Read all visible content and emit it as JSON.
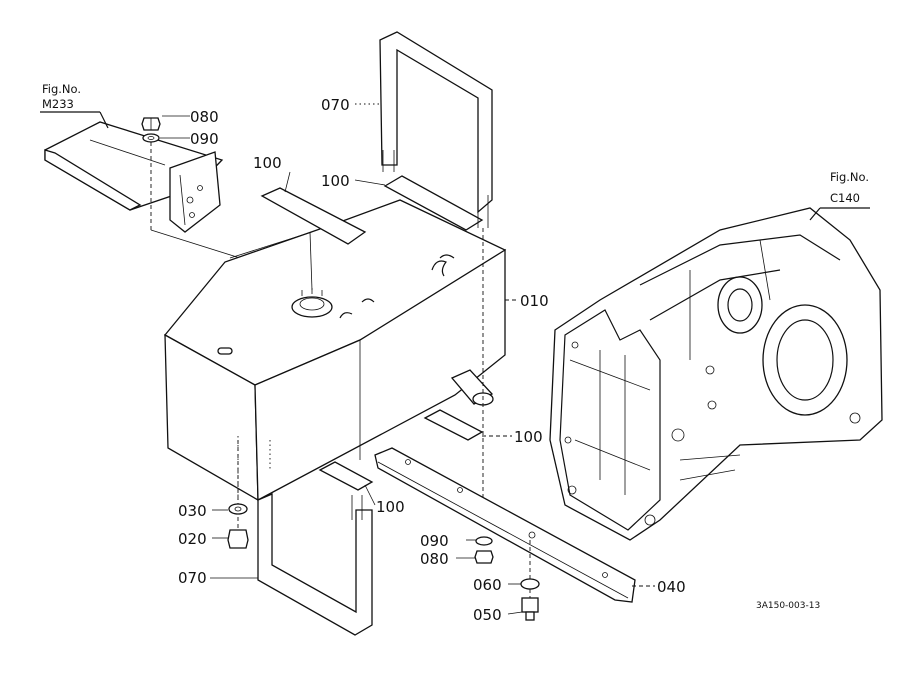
{
  "references": {
    "m233": {
      "line1": "Fig.No.",
      "line2": "M233"
    },
    "c140": {
      "line1": "Fig.No.",
      "line2": "C140"
    }
  },
  "callouts": {
    "c010": "010",
    "c020": "020",
    "c030": "030",
    "c040": "040",
    "c050": "050",
    "c060": "060",
    "c070_top": "070",
    "c070_bottom": "070",
    "c080_top": "080",
    "c080_bottom": "080",
    "c090_top": "090",
    "c090_bottom": "090",
    "c100_a": "100",
    "c100_b": "100",
    "c100_c": "100",
    "c100_d": "100"
  },
  "drawing_code": "3A150-003-13"
}
